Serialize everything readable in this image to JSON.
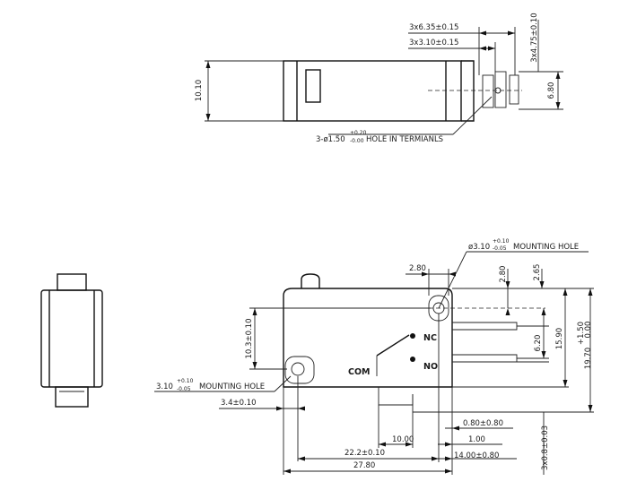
{
  "top_view": {
    "dims": {
      "pin_spacing": "3x6.35±0.15",
      "pin_offset": "3x3.10±0.15",
      "pin_thickness": "3x4.75±0.10",
      "body_height": "10.10",
      "terminal_height": "6.80"
    },
    "hole_callout": {
      "prefix": "3-ø1.50",
      "tol_plus": "+0.20",
      "tol_minus": "-0.00",
      "suffix": "HOLE IN TERMIANLS"
    }
  },
  "front_view": {
    "labels": {
      "nc": "NC",
      "no": "NO",
      "com": "COM"
    },
    "mount_callout_top": {
      "prefix": "ø3.10",
      "tol_plus": "+0.10",
      "tol_minus": "-0.05",
      "suffix": "MOUNTING HOLE"
    },
    "mount_callout_left": {
      "prefix": "3.10",
      "tol_plus": "+0.10",
      "tol_minus": "-0.05",
      "suffix": "MOUNTING HOLE"
    },
    "dims": {
      "hole_offset_x": "2.80",
      "hole_offset_y": "2.80",
      "plunger_dim": "2.65",
      "hole_vertical": "10.3±0.10",
      "terminal_pitch": "6.20",
      "terminal_span": "15.90",
      "overall_height": "19.70",
      "overall_tol_plus": "+1.50",
      "overall_tol_minus": "0.00",
      "hole_x": "3.4±0.10",
      "pin_offset": "0.80±0.80",
      "pin_spacing": "10.00",
      "pin_width": "1.00",
      "hole_spacing": "22.2±0.10",
      "terminal_position": "14.00±0.80",
      "overall_length": "27.80",
      "terminal_thickness": "3x0.8±0.03"
    }
  }
}
